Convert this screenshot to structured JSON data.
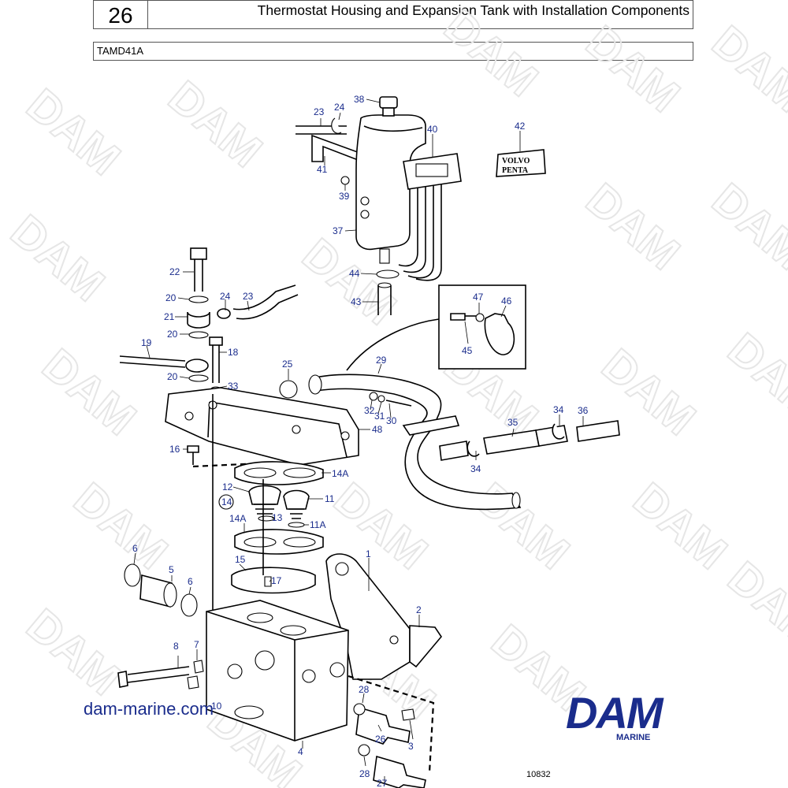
{
  "header": {
    "page_number": "26",
    "title": "Thermostat Housing and Expansion Tank with Installation Components",
    "model": "TAMD41A"
  },
  "watermark": {
    "text": "DAM"
  },
  "diagram": {
    "callouts": {
      "c1": "1",
      "c2": "2",
      "c3": "3",
      "c4": "4",
      "c5": "5",
      "c6a": "6",
      "c6b": "6",
      "c7": "7",
      "c8": "8",
      "c10": "10",
      "c11": "11",
      "c11a": "11A",
      "c12": "12",
      "c13": "13",
      "c14": "14",
      "c14a1": "14A",
      "c14a2": "14A",
      "c15": "15",
      "c16": "16",
      "c17": "17",
      "c18": "18",
      "c19": "19",
      "c20a": "20",
      "c20b": "20",
      "c20c": "20",
      "c21": "21",
      "c22": "22",
      "c23a": "23",
      "c23b": "23",
      "c24a": "24",
      "c24b": "24",
      "c25": "25",
      "c26": "26",
      "c27": "27",
      "c28a": "28",
      "c28b": "28",
      "c29": "29",
      "c30": "30",
      "c31": "31",
      "c32": "32",
      "c33": "33",
      "c34a": "34",
      "c34b": "34",
      "c35": "35",
      "c36": "36",
      "c37": "37",
      "c38": "38",
      "c39": "39",
      "c40": "40",
      "c41": "41",
      "c42": "42",
      "c43": "43",
      "c44": "44",
      "c45": "45",
      "c46": "46",
      "c47": "47",
      "c48": "48"
    },
    "emblem": {
      "line1": "VOLVO",
      "line2": "PENTA"
    }
  },
  "footer": {
    "website": "dam-marine.com",
    "brand": "DAM",
    "brand_sub": "MARINE",
    "figure_number": "10832"
  },
  "colors": {
    "callout_blue": "#1a2c8c",
    "brand_blue": "#1a2c8c",
    "watermark_gray": "#e6e6e6"
  }
}
